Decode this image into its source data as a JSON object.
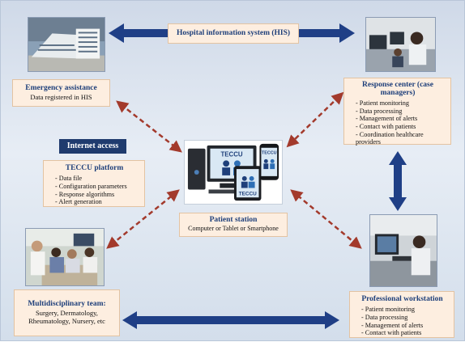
{
  "his": {
    "label": "Hospital information system (HIS)"
  },
  "emergency": {
    "title": "Emergency assistance",
    "subtitle": "Data registered in HIS"
  },
  "response_center": {
    "title": "Response center (case managers)",
    "items": [
      "Patient monitoring",
      "Data processing",
      "Management of alerts",
      "Contact with patients",
      "Coordination healthcare providers"
    ]
  },
  "internet_access": {
    "label": "Internet access"
  },
  "platform": {
    "title": "TECCU platform",
    "items": [
      "Data file",
      "Configuration parameters",
      "Response algorithms",
      "Alert generation"
    ]
  },
  "patient_station": {
    "title": "Patient station",
    "subtitle": "Computer or Tablet or Smartphone"
  },
  "device_brand": "TECCU",
  "multidisciplinary": {
    "title": "Multidisciplinary team:",
    "line1": "Surgery, Dermatology,",
    "line2": "Rheumatology, Nursery, etc"
  },
  "workstation": {
    "title": "Professional workstation",
    "items": [
      "Patient monitoring",
      "Data processing",
      "Management of alerts",
      "Contact with patients"
    ]
  },
  "colors": {
    "arrow_blue": "#1f3f86",
    "arrow_red": "#a33a2c",
    "box_fill": "#fdeee0"
  },
  "photos": [
    "hospital-building-photo",
    "call-center-photo",
    "team-meeting-photo",
    "workstation-photo"
  ]
}
